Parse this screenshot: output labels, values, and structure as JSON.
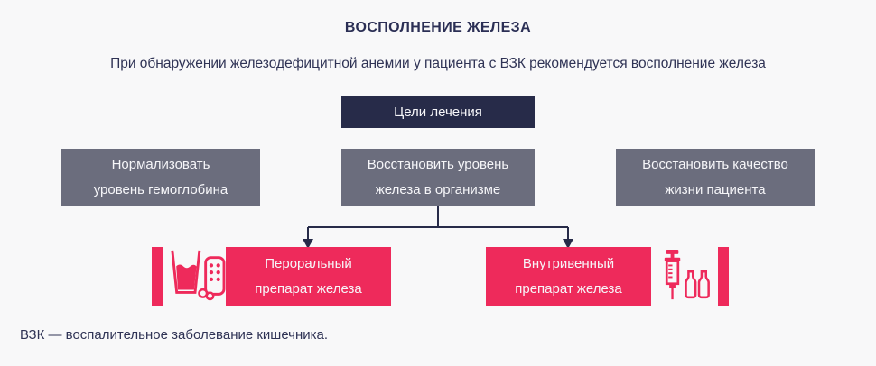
{
  "colors": {
    "background": "#F8F8F9",
    "navy": "#272B49",
    "slate_gray": "#6B6D7D",
    "pink": "#EE2A5B",
    "text_dark": "#2F3355",
    "box_text": "#F6F6F9"
  },
  "header": {
    "title": "ВОСПОЛНЕНИЕ ЖЕЛЕЗА",
    "subtitle": "При обнаружении железодефицитной анемии у пациента с ВЗК рекомендуется восполнение железа"
  },
  "diagram": {
    "root": {
      "label": "Цели лечения"
    },
    "goals": [
      {
        "line1": "Нормализовать",
        "line2": "уровень гемоглобина"
      },
      {
        "line1": "Восстановить уровень",
        "line2": "железа в организме"
      },
      {
        "line1": "Восстановить качество",
        "line2": "жизни пациента"
      }
    ],
    "treatments": [
      {
        "line1": "Пероральный",
        "line2": "препарат железа",
        "icon": "glass-and-pills-icon"
      },
      {
        "line1": "Внутривенный",
        "line2": "препарат железа",
        "icon": "syringe-and-ampoules-icon"
      }
    ]
  },
  "footnote": "ВЗК — воспалительное заболевание кишечника."
}
